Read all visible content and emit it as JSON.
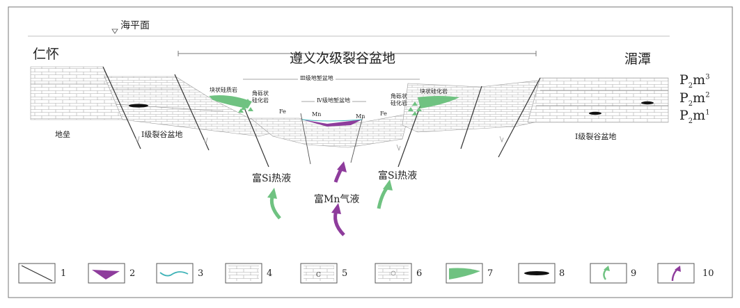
{
  "sea_level": "海平面",
  "left_place": "仁怀",
  "right_place": "湄潭",
  "main_basin": "遵义次级裂谷盆地",
  "basin_iii": "Ⅲ级地堑盆地",
  "basin_iv": "Ⅳ级地堑盆地",
  "horst": "地垒",
  "basin_i_left": "Ⅰ级裂谷盆地",
  "basin_i_right": "Ⅰ级裂谷盆地",
  "siliceous_rock": "块状硅质岩",
  "breccia_left": "角砾状\n硅化岩",
  "breccia_right": "角砾状\n硅化岩",
  "silicified_rock": "块状硅化岩",
  "fe_left": "Fe",
  "fe_right": "Fe",
  "mn_left": "Mn",
  "mn_right": "Mn",
  "si_fluid_left": "富Si热液",
  "si_fluid_right": "富Si热液",
  "mn_gas": "富Mn气液",
  "strata": [
    {
      "base": "P",
      "sub": "2",
      "rest": "m",
      "sup": "3"
    },
    {
      "base": "P",
      "sub": "2",
      "rest": "m",
      "sup": "2"
    },
    {
      "base": "P",
      "sub": "2",
      "rest": "m",
      "sup": "1"
    }
  ],
  "legend": [
    "1",
    "2",
    "3",
    "4",
    "5",
    "6",
    "7",
    "8",
    "9",
    "10"
  ],
  "legend_icon_names": [
    "fault-line-icon",
    "mn-ore-body-icon",
    "unconformity-line-icon",
    "limestone-icon",
    "calcareous-icon",
    "siliceous-nodule-icon",
    "siliceous-rock-icon",
    "lens-body-icon",
    "si-fluid-arrow-icon",
    "mn-fluid-arrow-icon"
  ],
  "colors": {
    "green": "#6fc281",
    "purple": "#8e3c9c",
    "cyan": "#3fb3b8",
    "line": "#333333",
    "hatch": "#9a9a9a"
  }
}
